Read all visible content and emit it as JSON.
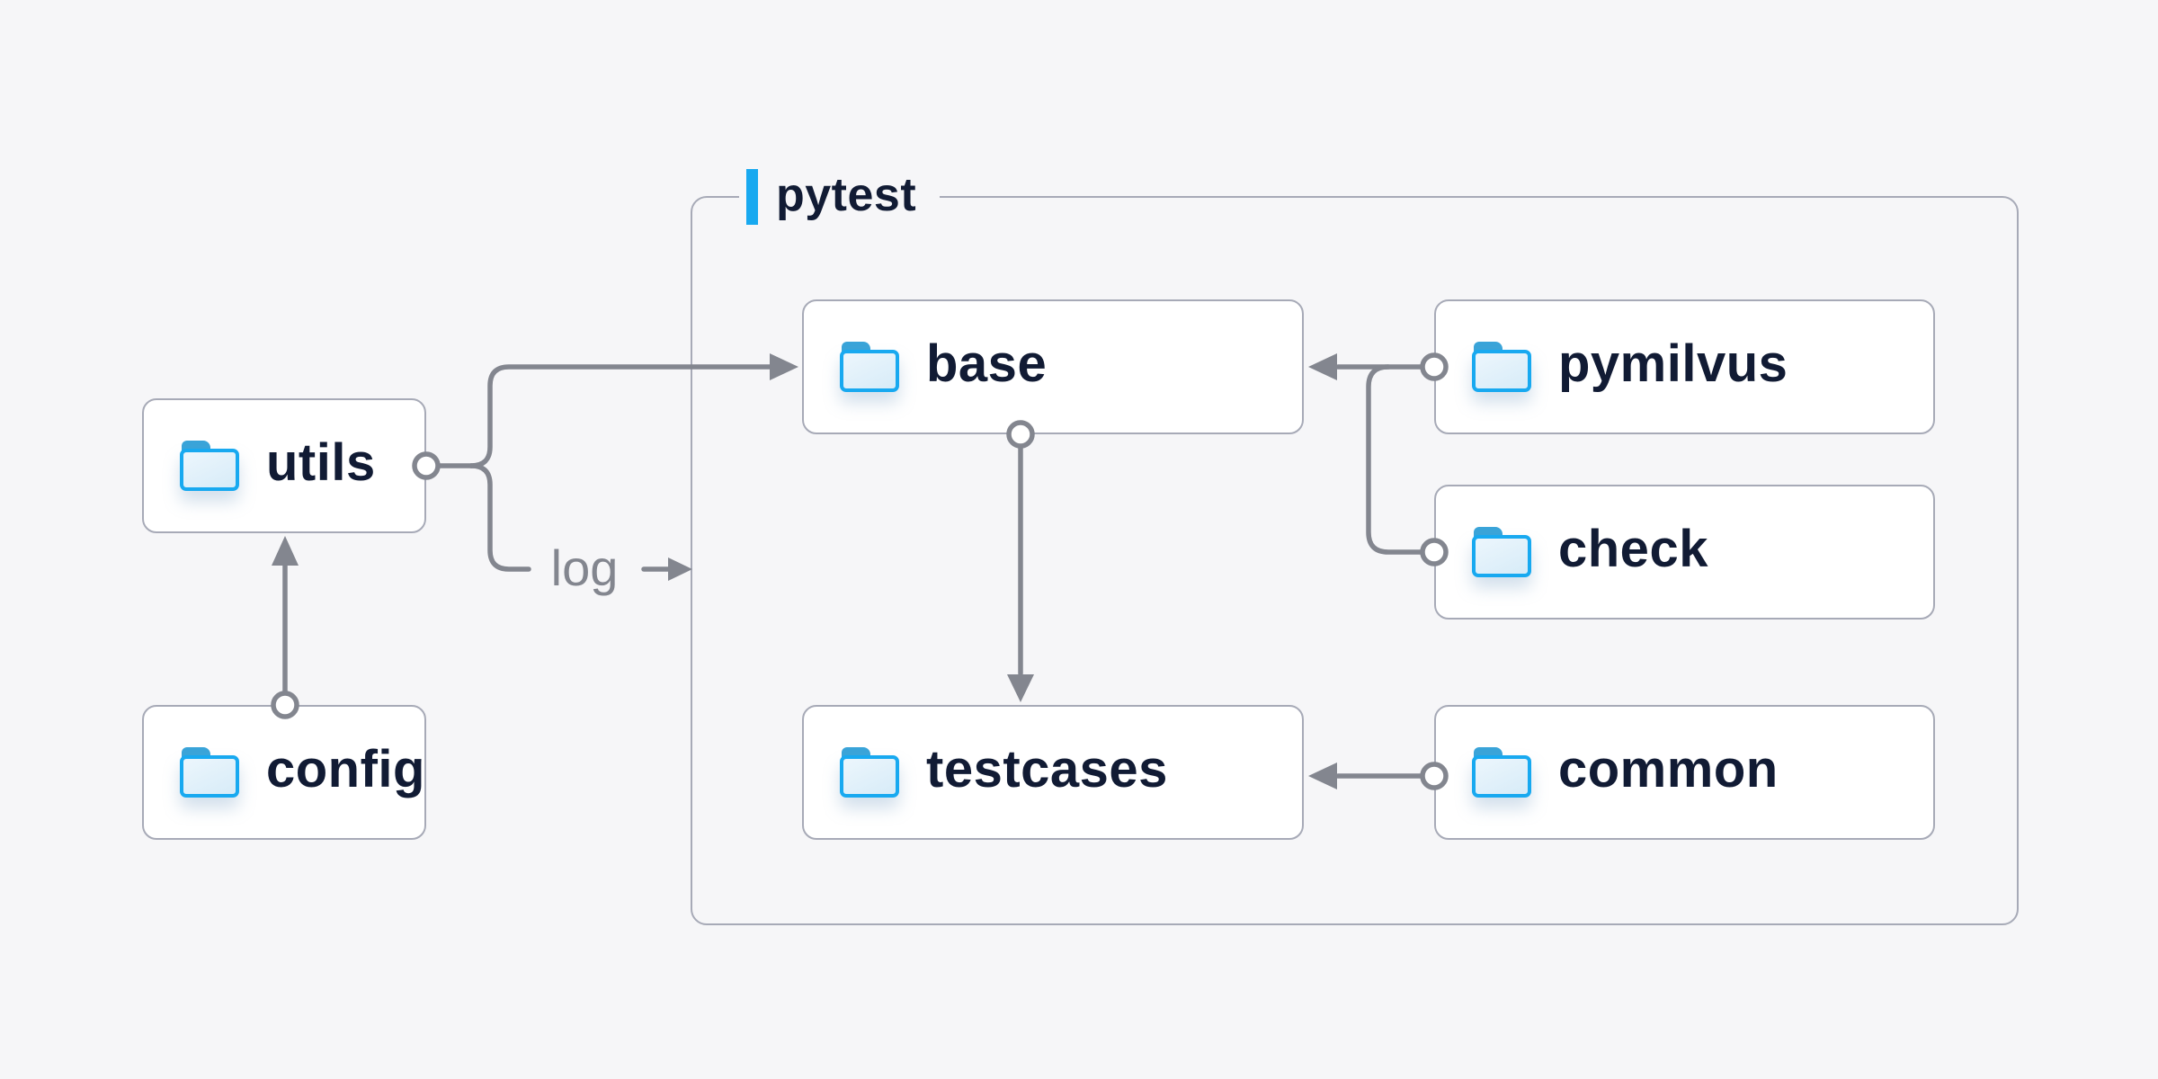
{
  "diagram": {
    "group": {
      "label": "pytest"
    },
    "nodes": [
      {
        "id": "utils",
        "label": "utils",
        "icon": "folder-icon"
      },
      {
        "id": "config",
        "label": "config",
        "icon": "folder-icon"
      },
      {
        "id": "base",
        "label": "base",
        "icon": "folder-icon"
      },
      {
        "id": "testcases",
        "label": "testcases",
        "icon": "folder-icon"
      },
      {
        "id": "pymilvus",
        "label": "pymilvus",
        "icon": "folder-icon"
      },
      {
        "id": "check",
        "label": "check",
        "icon": "folder-icon"
      },
      {
        "id": "common",
        "label": "common",
        "icon": "folder-icon"
      }
    ],
    "edge_label": {
      "text": "log"
    },
    "edges": [
      {
        "from": "config",
        "to": "utils",
        "style": "circle-start arrow-end"
      },
      {
        "from": "utils",
        "to": "base",
        "style": "circle-start arrow-end"
      },
      {
        "from": "utils",
        "to": "log",
        "style": "circle-start arrow-end",
        "label": "log"
      },
      {
        "from": "base",
        "to": "testcases",
        "style": "circle-start arrow-end"
      },
      {
        "from": "pymilvus",
        "to": "base",
        "style": "circle-start arrow-end"
      },
      {
        "from": "check",
        "to": "base",
        "style": "circle-start arrow-end"
      },
      {
        "from": "common",
        "to": "testcases",
        "style": "circle-start arrow-end"
      }
    ]
  },
  "colors": {
    "bg": "#f6f6f8",
    "node-fill": "#ffffff",
    "node-border": "#a7aab7",
    "connector": "#83868f",
    "ink": "#111b34",
    "muted": "#83868f",
    "accent": "#18a9f0",
    "folder-tab": "#3aa4d9",
    "folder-border": "#18a9f0",
    "folder-light": "#eaf5fc",
    "folder-dark": "#d8ecf8"
  }
}
